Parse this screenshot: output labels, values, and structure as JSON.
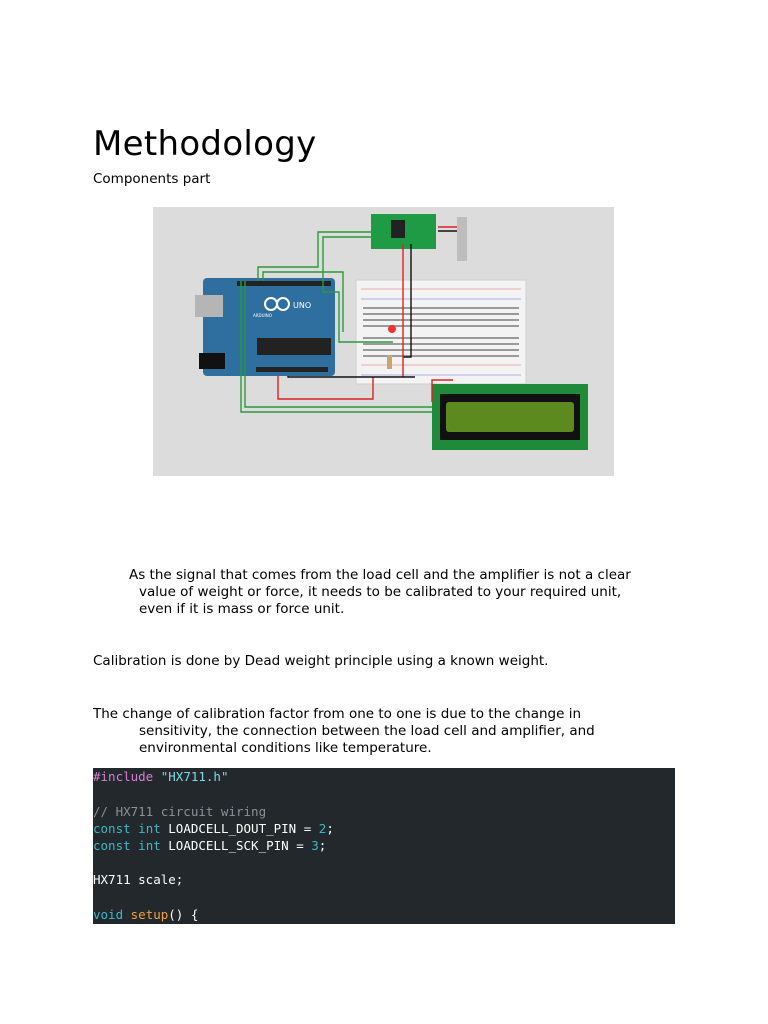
{
  "heading": "Methodology",
  "subheading": "Components part",
  "figure_labels": {
    "uno": "UNO",
    "arduino": "ARDUINO"
  },
  "paragraph1": {
    "line1": "As the signal that comes from the load cell and the amplifier is not a clear",
    "line2": "value of weight or force, it needs to be calibrated to your required unit,",
    "line3": "even if it is  mass or force unit."
  },
  "paragraph2": "Calibration is done by  Dead weight principle using a known weight.",
  "paragraph3": {
    "line1": "The change of calibration factor from one to one is due to the change in",
    "line2": "sensitivity, the connection between the load cell and amplifier, and",
    "line3": "environmental conditions like temperature."
  },
  "code": {
    "include_directive": "#include",
    "include_file": "\"HX711.h\"",
    "comment": "// HX711 circuit wiring",
    "kw_const": "const",
    "kw_int": "int",
    "dout_name": " LOADCELL_DOUT_PIN = ",
    "dout_value": "2",
    "sck_name": " LOADCELL_SCK_PIN = ",
    "sck_value": "3",
    "semicolon": ";",
    "scale_decl": "HX711 scale;",
    "kw_void": "void",
    "fn_setup": "setup",
    "setup_tail": "() {"
  },
  "colors": {
    "code_bg": "#23282c",
    "arduino_blue": "#2f6f9f",
    "pcb_green": "#1f8a3a",
    "lcd_screen": "#5c8a1e"
  }
}
